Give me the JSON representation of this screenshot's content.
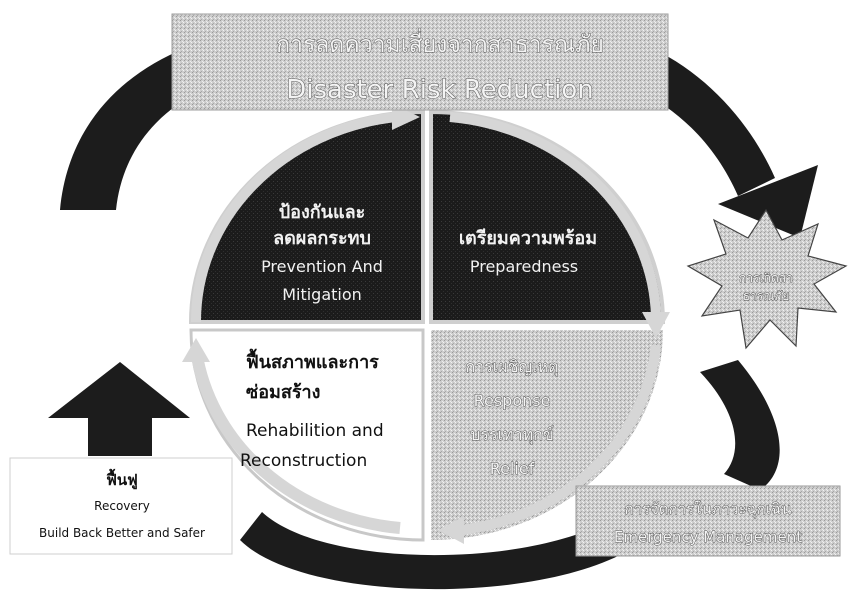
{
  "title": {
    "thai": "การลดความเสี่ยงจากสาธารณภัย",
    "english": "Disaster Risk Reduction"
  },
  "quadrants": {
    "prevention": {
      "thai_line1": "ป้องกันและ",
      "thai_line2": "ลดผลกระทบ",
      "english_line1": "Prevention And",
      "english_line2": "Mitigation"
    },
    "preparedness": {
      "thai": "เตรียมความพร้อม",
      "english": "Preparedness"
    },
    "rehabilitation": {
      "thai_line1": "ฟื้นสภาพและการ",
      "thai_line2": "ซ่อมสร้าง",
      "english_line1": "Rehabilition and",
      "english_line2": "Reconstruction"
    },
    "response": {
      "thai_line1": "การเผชิญเหตุ",
      "english_line1": "Response",
      "thai_line2": "บรรเทาทุกข์",
      "english_line2": "Relief"
    }
  },
  "event": {
    "line1": "การเกิดสา",
    "line2": "ธารณภัย"
  },
  "recovery": {
    "thai": "ฟื้นฟู",
    "english": "Recovery",
    "slogan": "Build Back Better and Safer"
  },
  "emergency": {
    "thai": "การจัดการในภาวะฉุกเฉิน",
    "english": "Emergency Management"
  },
  "colors": {
    "dark_quadrant": "#1a1a1a",
    "light_quadrant": "#c4c4c4",
    "arrow": "#1c1c1c",
    "box": "#cfcfcf"
  }
}
